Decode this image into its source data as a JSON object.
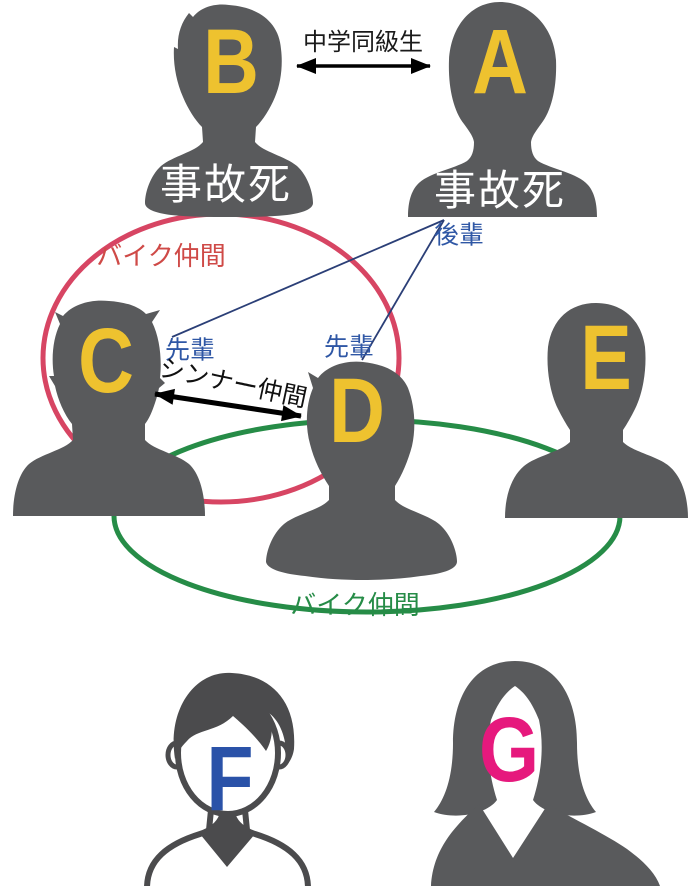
{
  "diagram_title": "relationship-diagram",
  "people": {
    "a": {
      "letter": "A",
      "status": "事故死"
    },
    "b": {
      "letter": "B",
      "status": "事故死"
    },
    "c": {
      "letter": "C"
    },
    "d": {
      "letter": "D"
    },
    "e": {
      "letter": "E"
    },
    "f": {
      "letter": "F"
    },
    "g": {
      "letter": "G"
    }
  },
  "labels": {
    "b_a_relation": "中学同級生",
    "c_d_relation": "シンナー仲間",
    "senpai_c": "先輩",
    "senpai_d": "先輩",
    "kouhai": "後輩",
    "pink_group": "バイク仲間",
    "green_group": "バイク仲間"
  },
  "colors": {
    "silhouette_gray": "#595a5c",
    "outline_gray": "#4b4b4d",
    "letter_yellow": "#eec22f",
    "letter_blue": "#2a52a8",
    "letter_pink": "#e6197d",
    "pink_circle": "#d74563",
    "red_label": "#cf4a47",
    "green": "#268c47",
    "blue_label": "#2f57a5",
    "blue_line": "#2b3f77",
    "status_text": "#ffffff",
    "arrow_black": "#000000",
    "background": "#ffffff"
  }
}
